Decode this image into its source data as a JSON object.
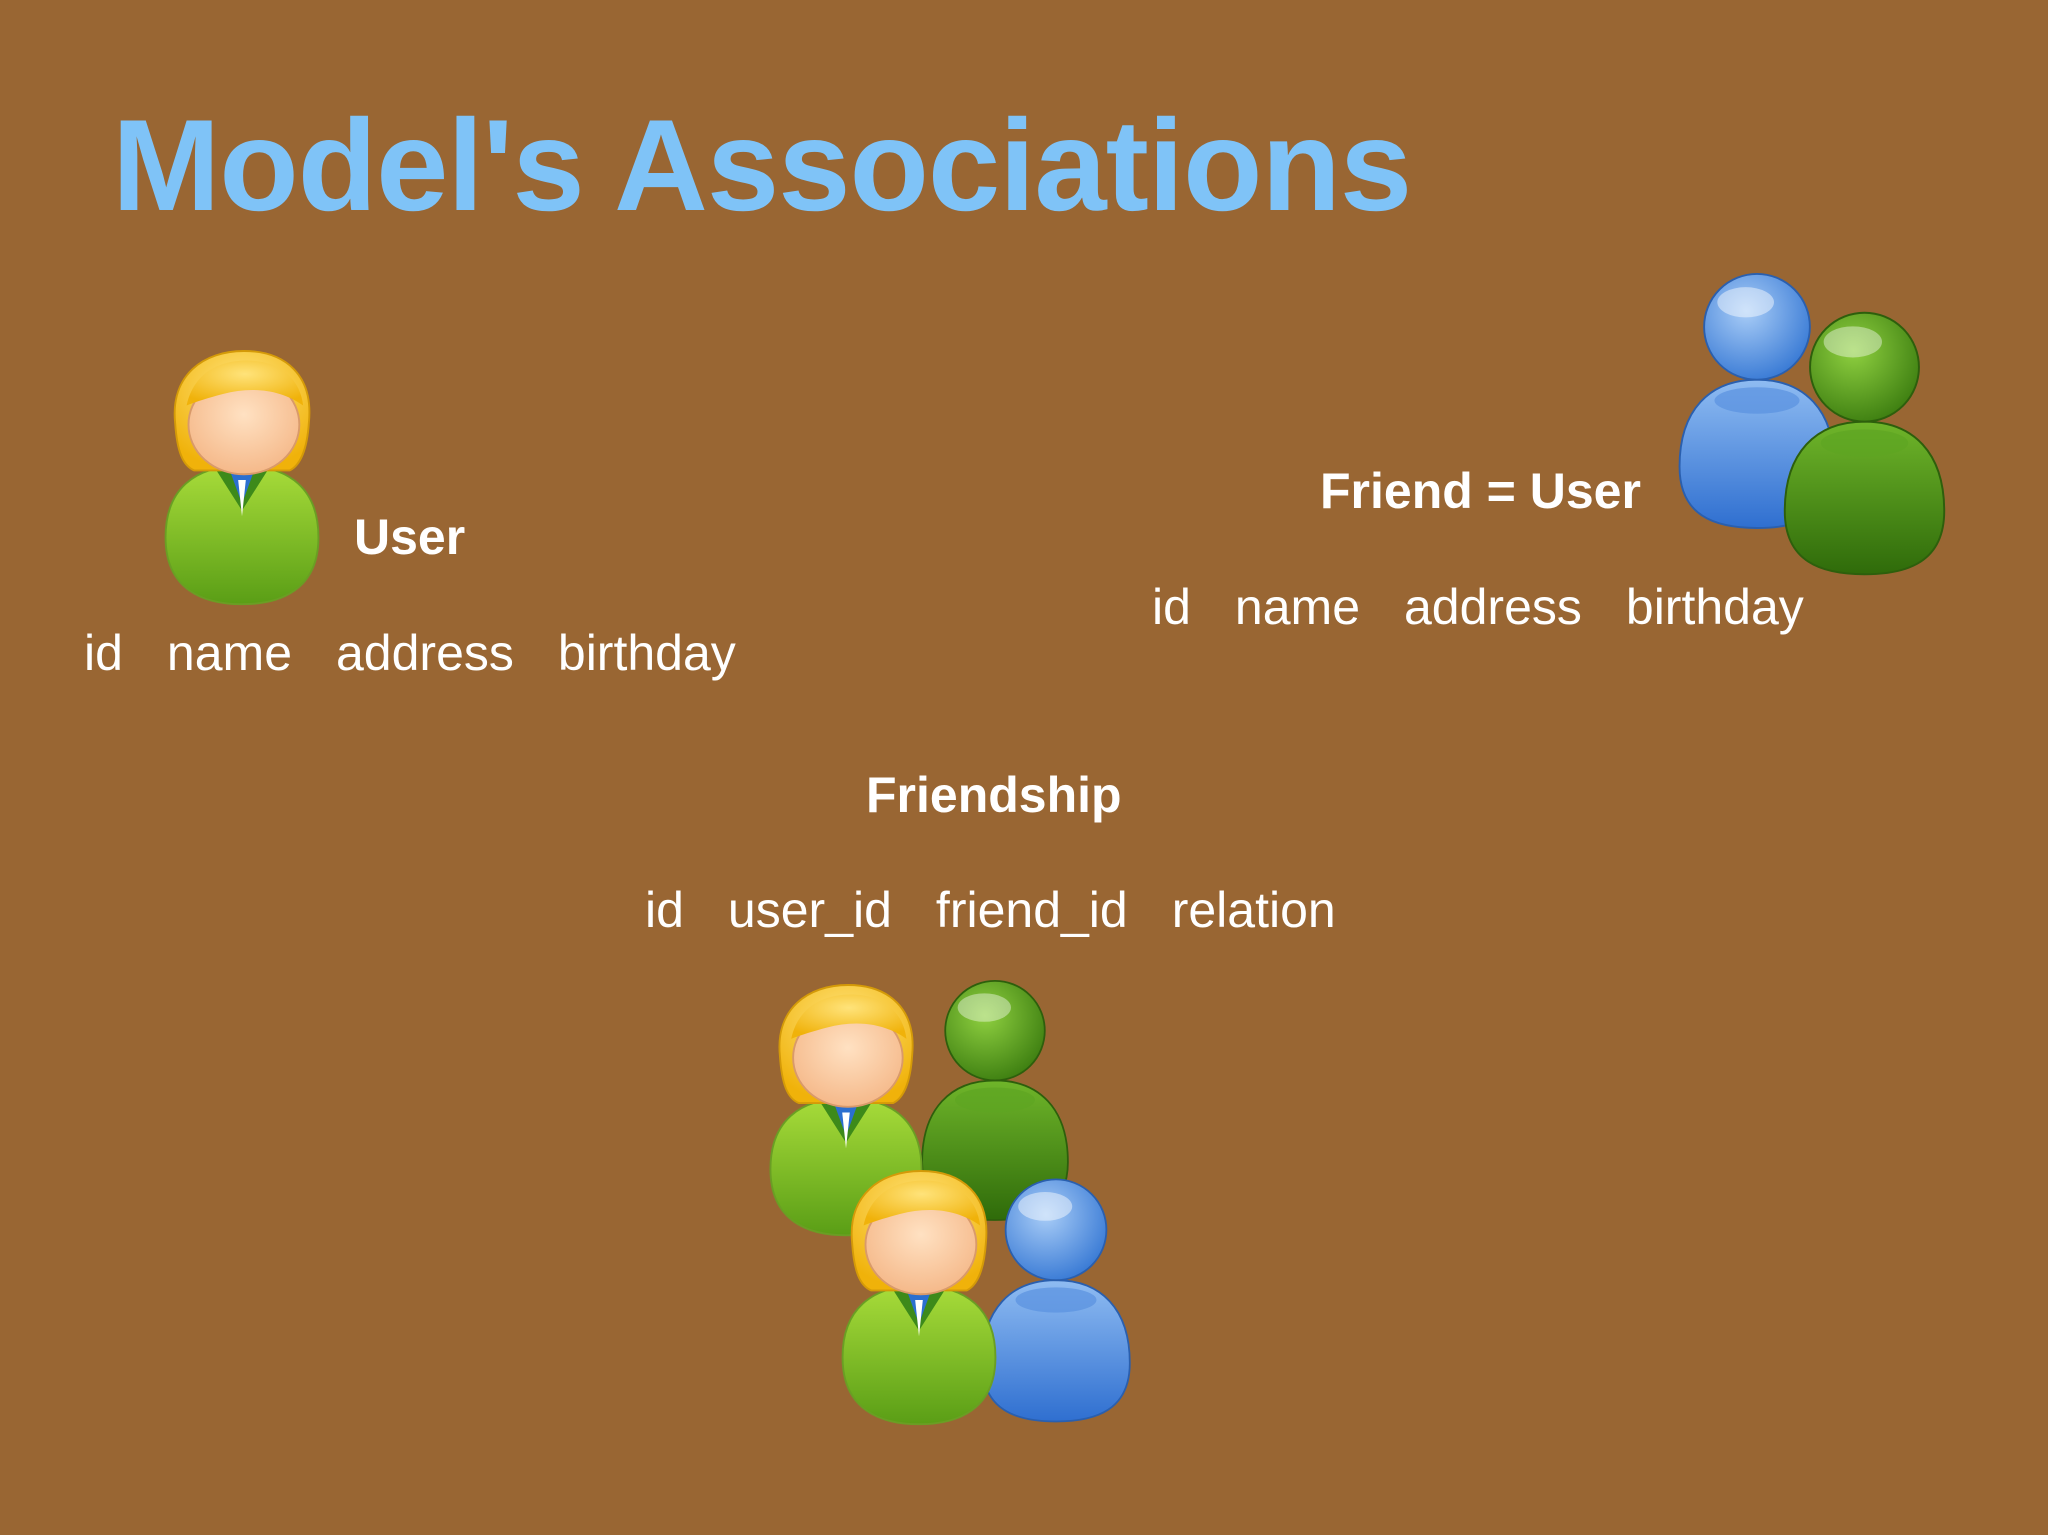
{
  "title": "Model's Associations",
  "colors": {
    "background": "#996633",
    "title": "#7fc3f7",
    "text": "#ffffff"
  },
  "user": {
    "label": "User",
    "fields": [
      "id",
      "name",
      "address",
      "birthday"
    ],
    "icon": "female-user-icon"
  },
  "friend": {
    "label": "Friend = User",
    "fields": [
      "id",
      "name",
      "address",
      "birthday"
    ],
    "icon": "user-group-icon"
  },
  "friendship": {
    "label": "Friendship",
    "fields": [
      "id",
      "user_id",
      "friend_id",
      "relation"
    ],
    "icon": "friendship-group-icon"
  }
}
